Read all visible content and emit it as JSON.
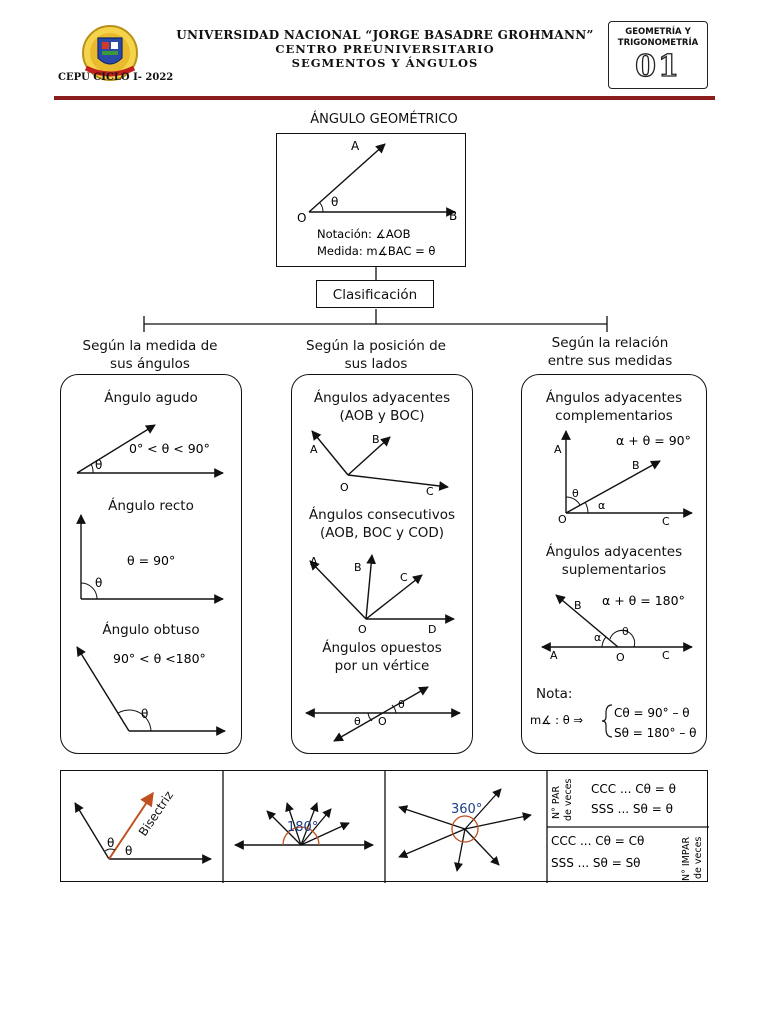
{
  "header": {
    "university": "UNIVERSIDAD NACIONAL “JORGE BASADRE GROHMANN”",
    "center": "CENTRO PREUNIVERSITARIO",
    "topic": "SEGMENTOS Y ÁNGULOS",
    "cycle": "CEPU CICLO I- 2022",
    "course_line1": "GEOMETRÍA Y",
    "course_line2": "TRIGONOMETRÍA",
    "number": "01",
    "accent_color": "#8a1c1c",
    "logo": "university-crest-icon"
  },
  "main": {
    "title": "ÁNGULO GEOMÉTRICO",
    "vertex": "O",
    "point_a": "A",
    "point_b": "B",
    "angle": "θ",
    "notation": "Notación: ∡AOB",
    "measure": "Medida: m∡BAC = θ",
    "classification": "Clasificación"
  },
  "columns": [
    {
      "heading1": "Según la medida de",
      "heading2": "sus ángulos"
    },
    {
      "heading1": "Según la posición de",
      "heading2": "sus lados"
    },
    {
      "heading1": "Según la relación",
      "heading2": "entre sus medidas"
    }
  ],
  "col1": {
    "acute_title": "Ángulo agudo",
    "acute_formula": "0° < θ < 90°",
    "right_title": "Ángulo recto",
    "right_formula": "θ = 90°",
    "obtuse_title": "Ángulo obtuso",
    "obtuse_formula": "90° < θ <180°",
    "theta": "θ"
  },
  "col2": {
    "adj_title1": "Ángulos adyacentes",
    "adj_title2": "(AOB y BOC)",
    "cons_title1": "Ángulos consecutivos",
    "cons_title2": "(AOB, BOC y COD)",
    "opp_title1": "Ángulos opuestos",
    "opp_title2": "por un vértice",
    "a": "A",
    "b": "B",
    "c": "C",
    "d": "D",
    "o": "O",
    "theta": "θ"
  },
  "col3": {
    "comp_title1": "Ángulos adyacentes",
    "comp_title2": "complementarios",
    "comp_formula": "α + θ = 90°",
    "supp_title1": "Ángulos adyacentes",
    "supp_title2": "suplementarios",
    "supp_formula": "α + θ = 180°",
    "note_label": "Nota:",
    "note_lhs": "m∡ : θ ⇒",
    "note_c": "Cθ = 90° – θ",
    "note_s": "Sθ = 180° – θ",
    "a": "A",
    "b": "B",
    "c": "C",
    "o": "O",
    "theta": "θ",
    "alpha": "α"
  },
  "bottom": {
    "bisector": "Bisectriz",
    "theta": "θ",
    "deg180": "180°",
    "deg360": "360°",
    "even_label1": "N° PAR",
    "even_label2": "de veces",
    "even_c": "CCC ... Cθ = θ",
    "even_s": "SSS ... Sθ = θ",
    "odd_label1": "N° IMPAR",
    "odd_label2": "de veces",
    "odd_c": "CCC ... Cθ = Cθ",
    "odd_s": "SSS ... Sθ = Sθ",
    "orange": "#c0501f",
    "blue": "#1f3f8a"
  }
}
